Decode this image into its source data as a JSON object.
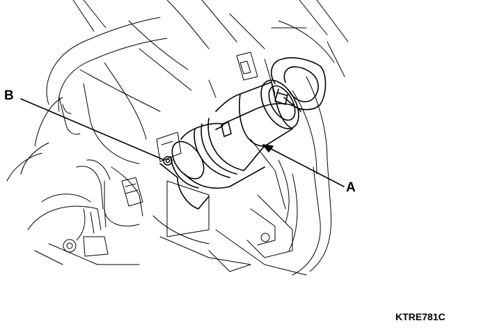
{
  "diagram": {
    "callouts": {
      "a": "A",
      "b": "B"
    },
    "reference_code": "KTRE781C"
  }
}
